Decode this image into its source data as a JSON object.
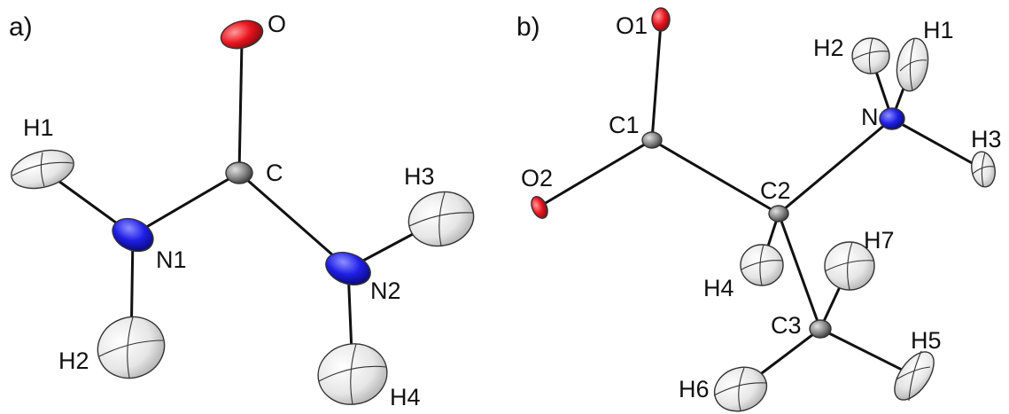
{
  "panels": [
    {
      "label": "a)",
      "atoms": [
        {
          "id": "O",
          "label": "O",
          "element": "O"
        },
        {
          "id": "C",
          "label": "C",
          "element": "C"
        },
        {
          "id": "N1",
          "label": "N1",
          "element": "N"
        },
        {
          "id": "N2",
          "label": "N2",
          "element": "N"
        },
        {
          "id": "H1",
          "label": "H1",
          "element": "H"
        },
        {
          "id": "H2",
          "label": "H2",
          "element": "H"
        },
        {
          "id": "H3",
          "label": "H3",
          "element": "H"
        },
        {
          "id": "H4",
          "label": "H4",
          "element": "H"
        }
      ],
      "bonds": [
        [
          "C",
          "O"
        ],
        [
          "C",
          "N1"
        ],
        [
          "C",
          "N2"
        ],
        [
          "N1",
          "H1"
        ],
        [
          "N1",
          "H2"
        ],
        [
          "N2",
          "H3"
        ],
        [
          "N2",
          "H4"
        ]
      ]
    },
    {
      "label": "b)",
      "atoms": [
        {
          "id": "O1",
          "label": "O1",
          "element": "O"
        },
        {
          "id": "O2",
          "label": "O2",
          "element": "O"
        },
        {
          "id": "C1",
          "label": "C1",
          "element": "C"
        },
        {
          "id": "C2",
          "label": "C2",
          "element": "C"
        },
        {
          "id": "C3",
          "label": "C3",
          "element": "C"
        },
        {
          "id": "N",
          "label": "N",
          "element": "N"
        },
        {
          "id": "H1",
          "label": "H1",
          "element": "H"
        },
        {
          "id": "H2",
          "label": "H2",
          "element": "H"
        },
        {
          "id": "H3",
          "label": "H3",
          "element": "H"
        },
        {
          "id": "H4",
          "label": "H4",
          "element": "H"
        },
        {
          "id": "H5",
          "label": "H5",
          "element": "H"
        },
        {
          "id": "H6",
          "label": "H6",
          "element": "H"
        },
        {
          "id": "H7",
          "label": "H7",
          "element": "H"
        }
      ],
      "bonds": [
        [
          "C1",
          "O1"
        ],
        [
          "C1",
          "O2"
        ],
        [
          "C1",
          "C2"
        ],
        [
          "C2",
          "N"
        ],
        [
          "C2",
          "C3"
        ],
        [
          "C2",
          "H4"
        ],
        [
          "N",
          "H1"
        ],
        [
          "N",
          "H2"
        ],
        [
          "N",
          "H3"
        ],
        [
          "C3",
          "H5"
        ],
        [
          "C3",
          "H6"
        ],
        [
          "C3",
          "H7"
        ]
      ]
    }
  ],
  "element_colors": {
    "O": "#e8141e",
    "N": "#1f1fe6",
    "C": "#8a8a8a",
    "H": "#f2f2f2"
  }
}
